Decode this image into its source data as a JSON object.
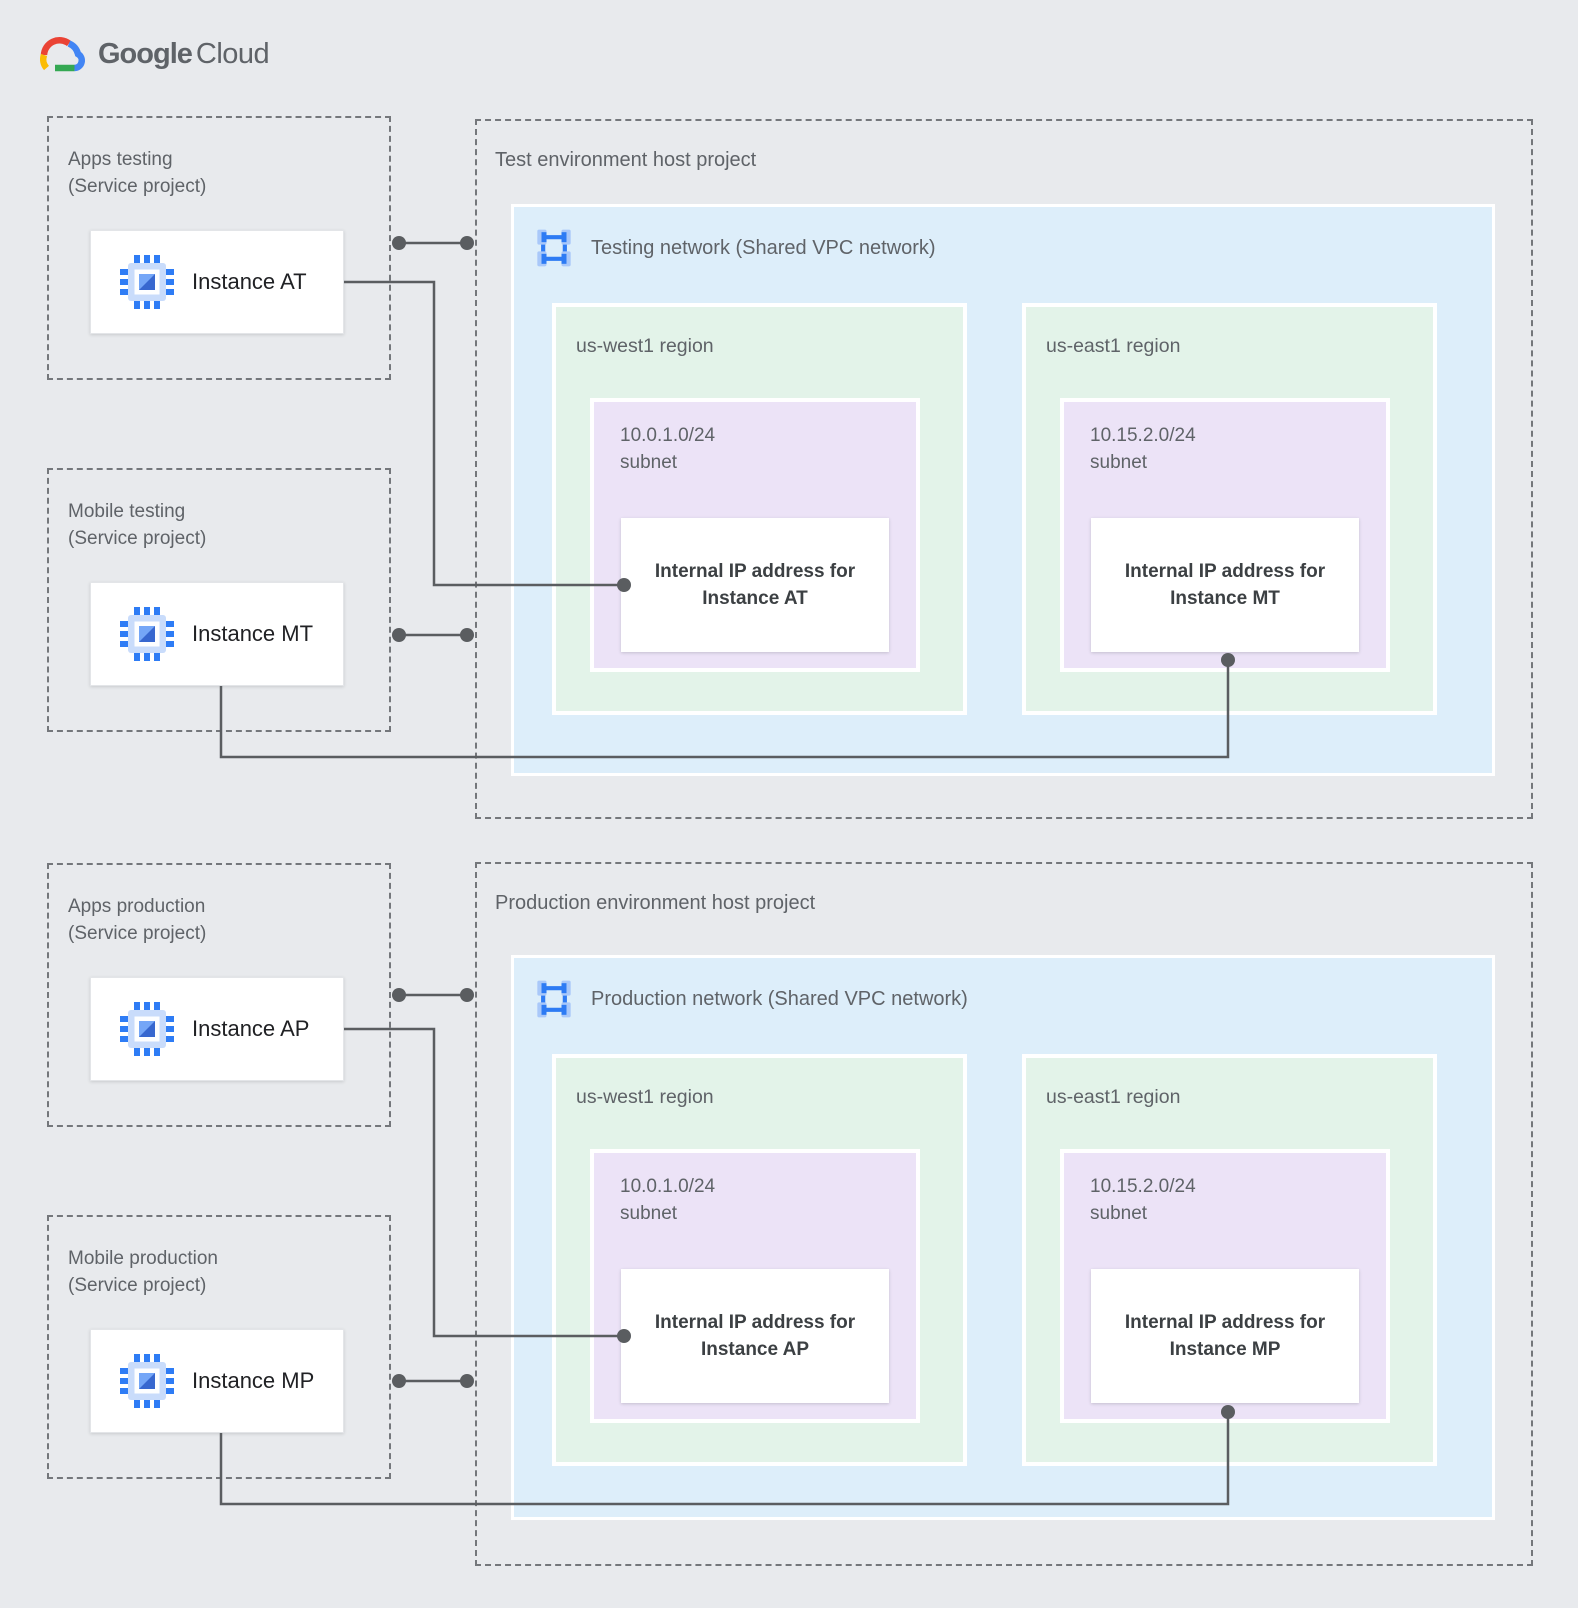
{
  "brand": {
    "google": "Google",
    "cloud": "Cloud"
  },
  "colors": {
    "page_background": "#e8eaed",
    "network_blue": "#ddeefa",
    "region_green": "#e3f3e9",
    "subnet_purple": "#ece3f7",
    "google_blue": "#4285f4",
    "google_red": "#ea4335",
    "google_yellow": "#fbbc04",
    "google_green": "#34a853",
    "wire_gray": "#5a5d60",
    "label_gray": "#5f6368"
  },
  "test": {
    "apps": {
      "title": "Apps testing",
      "subtitle": "(Service project)",
      "instance": "Instance AT"
    },
    "mobile": {
      "title": "Mobile testing",
      "subtitle": "(Service project)",
      "instance": "Instance MT"
    },
    "host": {
      "title": "Test environment host project",
      "network": "Testing network (Shared VPC network)",
      "west": {
        "region": "us-west1 region",
        "cidr": "10.0.1.0/24",
        "subnet": "subnet",
        "ip": "Internal IP address for Instance AT"
      },
      "east": {
        "region": "us-east1 region",
        "cidr": "10.15.2.0/24",
        "subnet": "subnet",
        "ip": "Internal IP address for Instance MT"
      }
    }
  },
  "prod": {
    "apps": {
      "title": "Apps production",
      "subtitle": "(Service project)",
      "instance": "Instance AP"
    },
    "mobile": {
      "title": "Mobile production",
      "subtitle": "(Service project)",
      "instance": "Instance MP"
    },
    "host": {
      "title": "Production environment host project",
      "network": "Production network (Shared VPC network)",
      "west": {
        "region": "us-west1 region",
        "cidr": "10.0.1.0/24",
        "subnet": "subnet",
        "ip": "Internal IP address for Instance AP"
      },
      "east": {
        "region": "us-east1 region",
        "cidr": "10.15.2.0/24",
        "subnet": "subnet",
        "ip": "Internal IP address for Instance MP"
      }
    }
  }
}
